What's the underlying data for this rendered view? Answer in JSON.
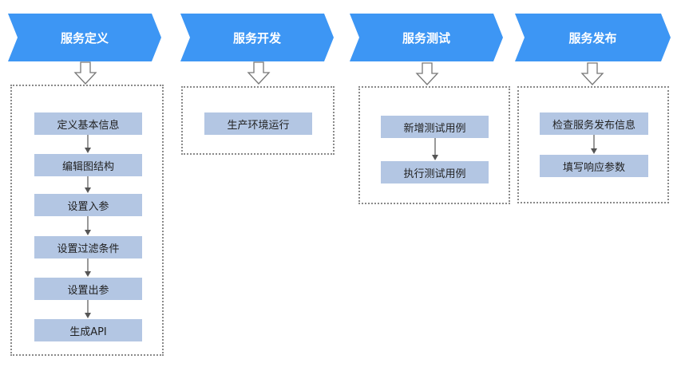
{
  "phases": [
    {
      "title": "服务定义",
      "steps": [
        "定义基本信息",
        "编辑图结构",
        "设置入参",
        "设置过滤条件",
        "设置出参",
        "生成API"
      ]
    },
    {
      "title": "服务开发",
      "steps": [
        "生产环境运行"
      ]
    },
    {
      "title": "服务测试",
      "steps": [
        "新增测试用例",
        "执行测试用例"
      ]
    },
    {
      "title": "服务发布",
      "steps": [
        "检查服务发布信息",
        "填写响应参数"
      ]
    }
  ],
  "colors": {
    "chevron": "#3d96f4",
    "step": "#b3c6e3",
    "border": "#8a8a8a"
  }
}
